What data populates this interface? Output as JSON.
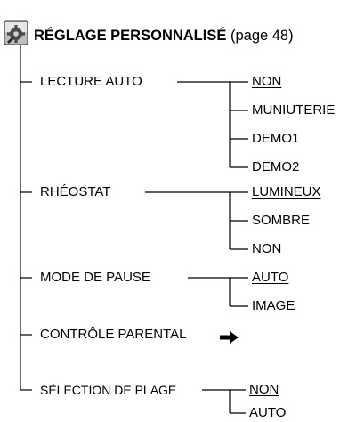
{
  "title": {
    "main": "RÉGLAGE PERSONNALISÉ",
    "page_ref": "(page 48)",
    "icon": "settings-menu-icon"
  },
  "menu": [
    {
      "label": "LECTURE AUTO",
      "options": [
        {
          "label": "NON",
          "default": true
        },
        {
          "label": "MUNIUTERIE",
          "default": false
        },
        {
          "label": "DEMO1",
          "default": false
        },
        {
          "label": "DEMO2",
          "default": false
        }
      ]
    },
    {
      "label": "RHÉOSTAT",
      "options": [
        {
          "label": "LUMINEUX",
          "default": true
        },
        {
          "label": "SOMBRE",
          "default": false
        },
        {
          "label": "NON",
          "default": false
        }
      ]
    },
    {
      "label": "MODE DE PAUSE",
      "options": [
        {
          "label": "AUTO",
          "default": true
        },
        {
          "label": "IMAGE",
          "default": false
        }
      ]
    },
    {
      "label": "CONTRÔLE PARENTAL",
      "options": [],
      "arrow_icon": "right-arrow-icon"
    },
    {
      "label": "SÉLECTION DE PLAGE",
      "options": [
        {
          "label": "NON",
          "default": true
        },
        {
          "label": "AUTO",
          "default": false
        }
      ]
    }
  ]
}
